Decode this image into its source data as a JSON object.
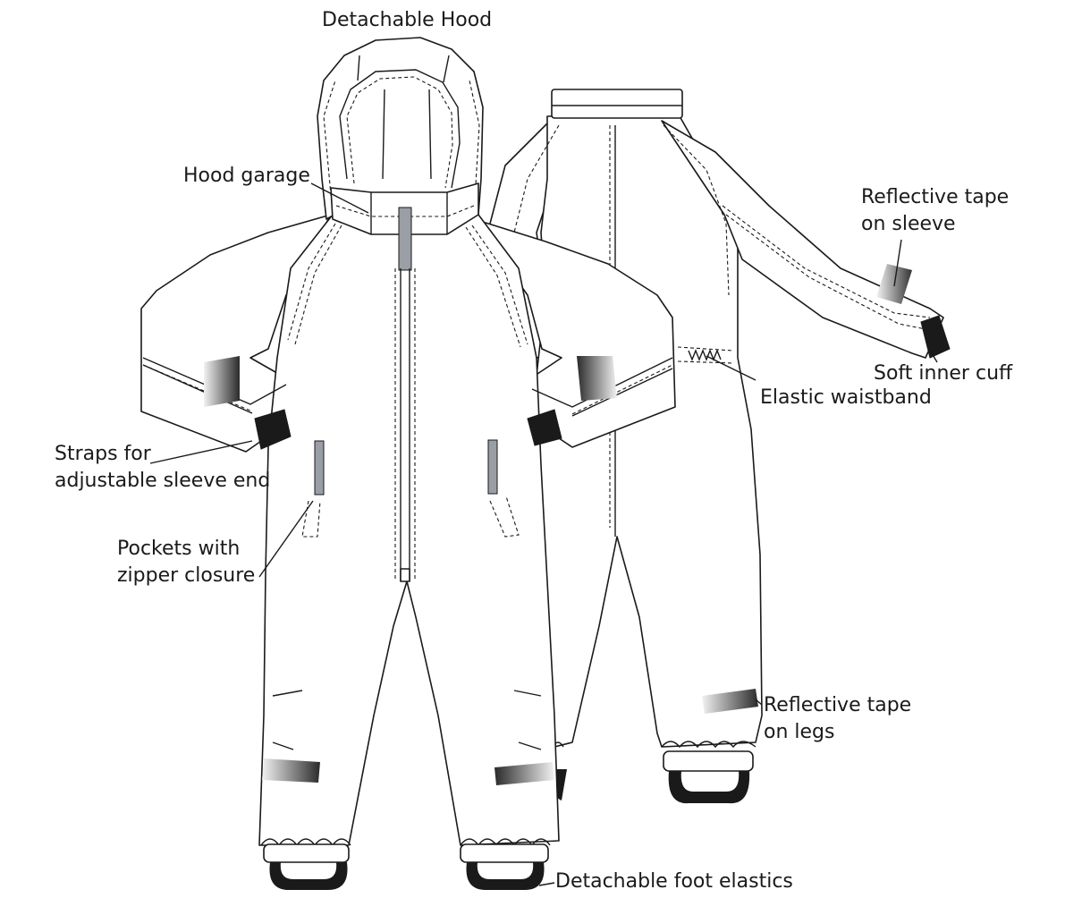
{
  "labels": {
    "detachable_hood": "Detachable Hood",
    "hood_garage": "Hood garage",
    "reflective_sleeve": [
      "Reflective tape",
      "on sleeve"
    ],
    "soft_inner_cuff": "Soft inner cuff",
    "elastic_waistband": "Elastic waistband",
    "straps_sleeve": [
      "Straps for",
      "adjustable sleeve end"
    ],
    "pockets_zipper": [
      "Pockets with",
      "zipper closure"
    ],
    "reflective_legs": [
      "Reflective tape",
      "on legs"
    ],
    "foot_elastics": "Detachable foot elastics"
  },
  "colors": {
    "ink": "#1a1a1a",
    "zipper": "#9a9fa6",
    "reflective_light": "#e8e8e8",
    "reflective_dark": "#333333"
  }
}
